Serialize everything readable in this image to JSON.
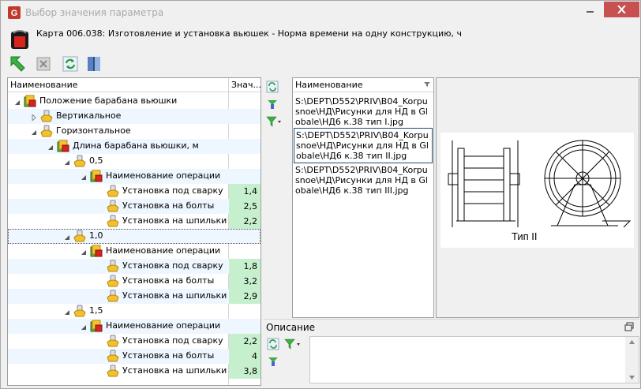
{
  "window": {
    "title": "Выбор значения параметра"
  },
  "card": {
    "title": "Карта 006.038: Изготовление и установка вьюшек - Норма времени на одну конструкцию, ч"
  },
  "tree": {
    "col_name": "Наименование",
    "col_value": "Знач...",
    "rows": [
      {
        "label": "Положение барабана вьюшки",
        "value": ""
      },
      {
        "label": "Вертикальное",
        "value": ""
      },
      {
        "label": "Горизонтальное",
        "value": ""
      },
      {
        "label": "Длина барабана вьюшки, м",
        "value": ""
      },
      {
        "label": "0,5",
        "value": ""
      },
      {
        "label": "Наименование операции",
        "value": ""
      },
      {
        "label": "Установка под сварку",
        "value": "1,4"
      },
      {
        "label": "Установка на болты",
        "value": "2,5"
      },
      {
        "label": "Установка на шпильки",
        "value": "2,2"
      },
      {
        "label": "1,0",
        "value": ""
      },
      {
        "label": "Наименование операции",
        "value": ""
      },
      {
        "label": "Установка под сварку",
        "value": "1,8"
      },
      {
        "label": "Установка на болты",
        "value": "3,2"
      },
      {
        "label": "Установка на шпильки",
        "value": "2,9"
      },
      {
        "label": "1,5",
        "value": ""
      },
      {
        "label": "Наименование операции",
        "value": ""
      },
      {
        "label": "Установка под сварку",
        "value": "2,2"
      },
      {
        "label": "Установка на болты",
        "value": "4"
      },
      {
        "label": "Установка на шпильки",
        "value": "3,8"
      }
    ]
  },
  "files": {
    "col_name": "Наименование",
    "items": [
      "S:\\DEPT\\D552\\PRIV\\B04_Korpusnoe\\НД\\Рисунки для НД в Globale\\НД6 к.38 тип I.jpg",
      "S:\\DEPT\\D552\\PRIV\\B04_Korpusnoe\\НД\\Рисунки для НД в Globale\\НД6 к.38 тип II.jpg",
      "S:\\DEPT\\D552\\PRIV\\B04_Korpusnoe\\НД\\Рисунки для НД в Globale\\НД6 к.38 тип III.jpg"
    ]
  },
  "preview": {
    "caption": "Тип II"
  },
  "description": {
    "label": "Описание",
    "text": ""
  }
}
